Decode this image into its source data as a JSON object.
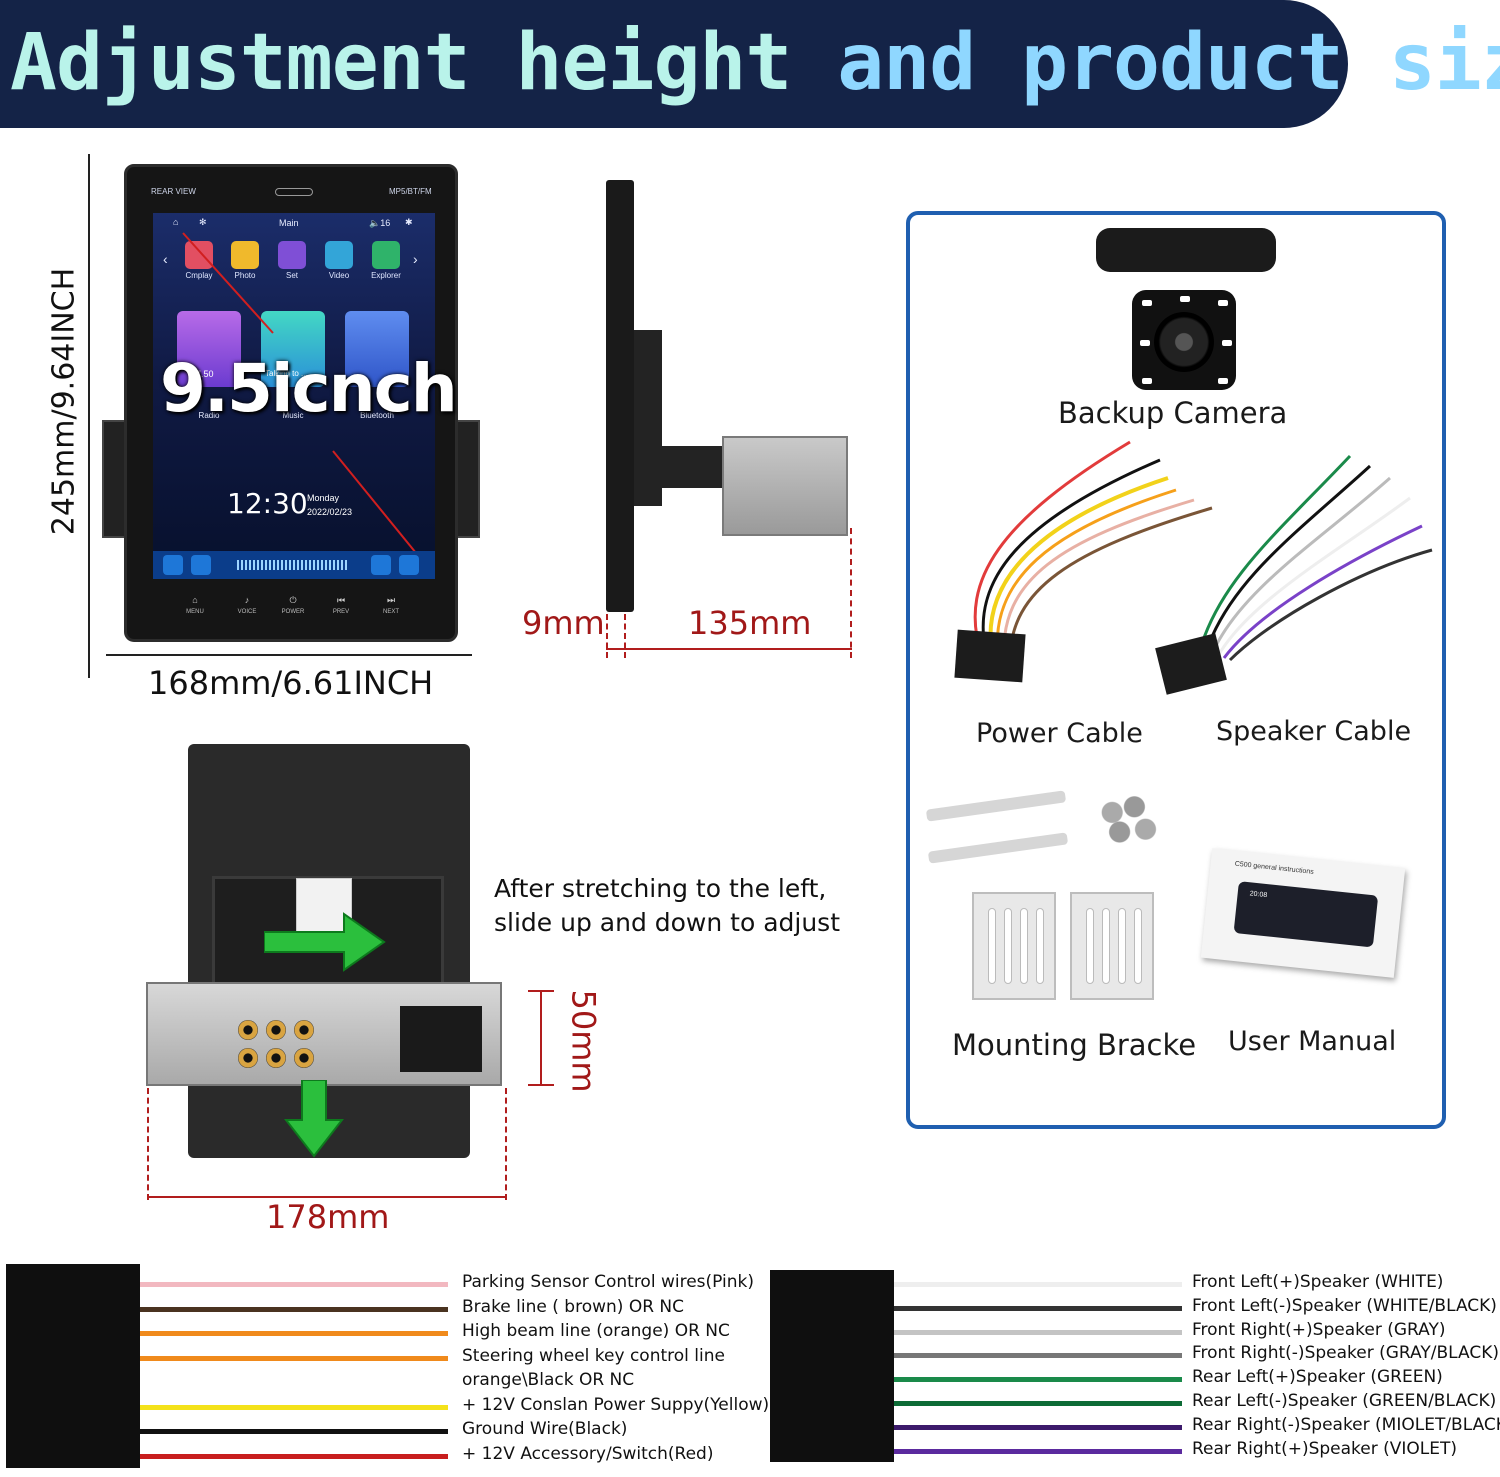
{
  "banner": {
    "title_part1": "Adjustment height",
    "title_part2": "and product size"
  },
  "front_view": {
    "height_dim": "245mm/9.64INCH",
    "width_dim": "168mm/6.61INCH",
    "size_badge": "9.5icnch",
    "screen": {
      "top_left": "REAR VIEW",
      "top_right": "MP5/BT/FM",
      "main_label": "Main",
      "volume": "16",
      "apps": [
        "Cmplay",
        "Photo",
        "Set",
        "Video",
        "Explorer"
      ],
      "cards": [
        "Radio",
        "Music",
        "Bluetooth"
      ],
      "radio_freq": "87.50",
      "music_sub": "Talking to ...",
      "time": "12:30",
      "day": "Monday",
      "date": "2022/02/23",
      "hw_buttons": [
        "MENU",
        "VOICE",
        "POWER",
        "PREV",
        "NEXT"
      ]
    }
  },
  "side_view": {
    "panel_depth": "9mm",
    "chassis_depth": "135mm"
  },
  "back_view": {
    "instruction": [
      "After stretching to the left,",
      "slide up and down to adjust"
    ],
    "height_dim": "50mm",
    "width_dim": "178mm"
  },
  "accessories": {
    "camera": "Backup Camera",
    "power_cable": "Power Cable",
    "speaker_cable": "Speaker Cable",
    "bracket": "Mounting Bracke",
    "manual": "User Manual",
    "manual_title": "C500 general instructions",
    "manual_time": "20:08"
  },
  "power_wires": [
    {
      "label": "Parking Sensor Control wires(Pink)",
      "color": "#f2b8c0"
    },
    {
      "label": "Brake line ( brown) OR NC",
      "color": "#4a3320"
    },
    {
      "label": "High beam line (orange) OR NC",
      "color": "#f08a1c"
    },
    {
      "label": "Steering wheel key control line",
      "color": "#f08a1c"
    },
    {
      "label": "orange\\Black OR NC",
      "color": ""
    },
    {
      "label": "+ 12V Conslan Power Suppy(Yellow)",
      "color": "#f4e21a"
    },
    {
      "label": "Ground Wire(Black)",
      "color": "#111111"
    },
    {
      "label": "+ 12V Accessory/Switch(Red)",
      "color": "#c81e1e"
    }
  ],
  "speaker_wires": [
    {
      "label": "Front Left(+)Speaker (WHITE)",
      "color": "#eeeeee"
    },
    {
      "label": "Front Left(-)Speaker (WHITE/BLACK)",
      "color": "#333333"
    },
    {
      "label": "Front Right(+)Speaker (GRAY)",
      "color": "#c4c4c4"
    },
    {
      "label": "Front Right(-)Speaker (GRAY/BLACK)",
      "color": "#777777"
    },
    {
      "label": "Rear Left(+)Speaker (GREEN)",
      "color": "#1a8a4a"
    },
    {
      "label": "Rear Left(-)Speaker (GREEN/BLACK)",
      "color": "#0d6b36"
    },
    {
      "label": "Rear Right(-)Speaker (MIOLET/BLACK)",
      "color": "#3c1a6b"
    },
    {
      "label": "Rear Right(+)Speaker (VIOLET)",
      "color": "#5b2a9e"
    }
  ]
}
